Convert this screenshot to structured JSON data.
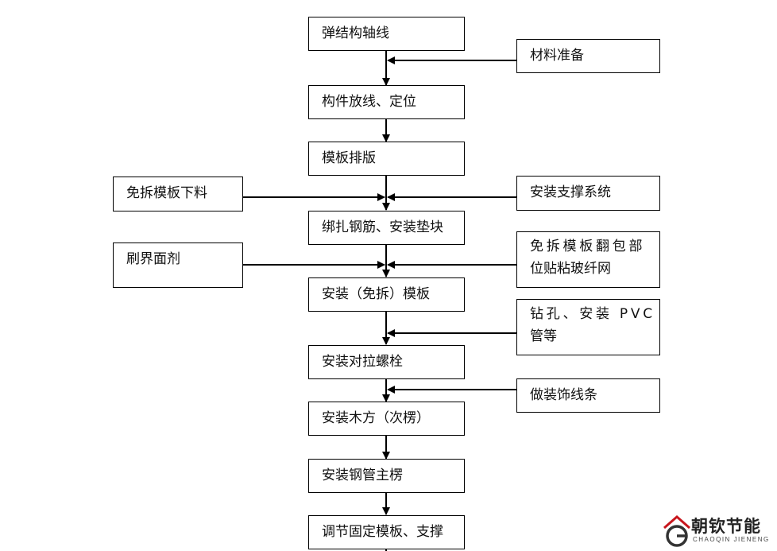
{
  "flow": {
    "main_steps": [
      "弹结构轴线",
      "构件放线、定位",
      "模板排版",
      "绑扎钢筋、安装垫块",
      "安装（免拆）模板",
      "安装对拉螺栓",
      "安装木方（次楞）",
      "安装钢管主楞",
      "调节固定模板、支撑"
    ],
    "left_inputs": [
      "免拆模板下料",
      "刷界面剂"
    ],
    "right_inputs": [
      {
        "line1": "材料准备"
      },
      {
        "line1": "安装支撑系统"
      },
      {
        "line1": "免拆模板翻包部",
        "line2": "位贴粘玻纤网"
      },
      {
        "line1": "钻孔、安装 PVC",
        "line2": "管等"
      },
      {
        "line1": "做装饰线条"
      }
    ]
  },
  "watermark": {
    "name_cn": "朝钦节能",
    "name_en": "CHAOQIN JIENENG"
  }
}
